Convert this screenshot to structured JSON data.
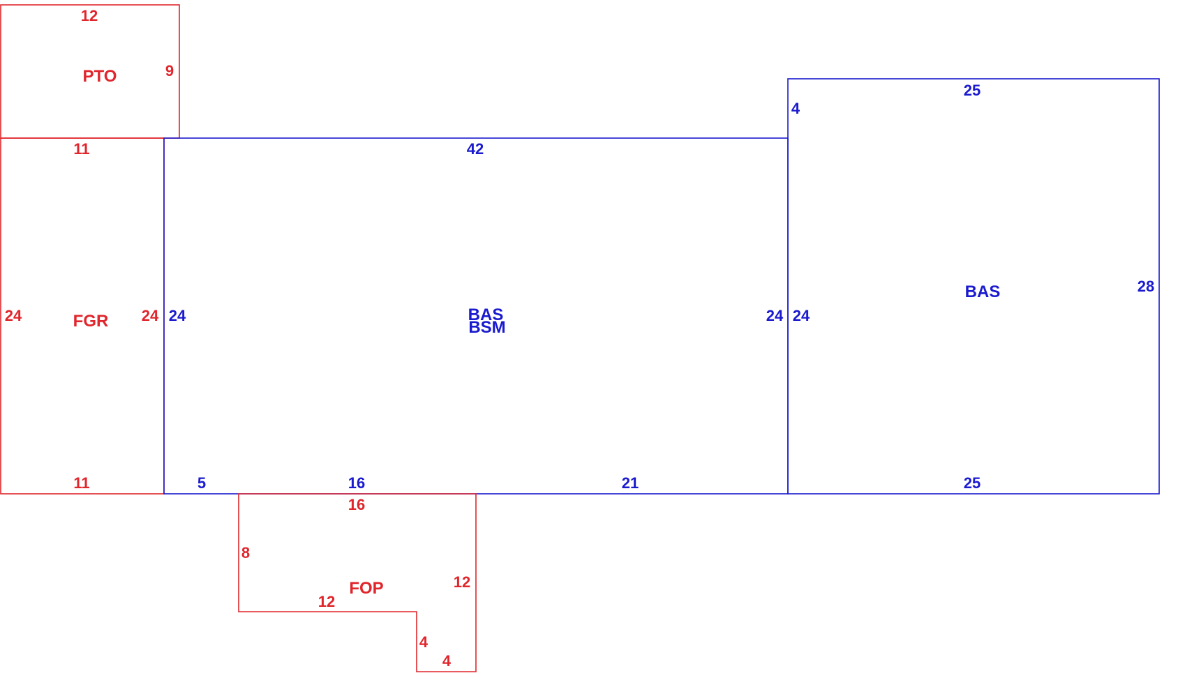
{
  "colors": {
    "garage_porch": "#e0262c",
    "living": "#1a1acf",
    "background": "#ffffff"
  },
  "areas": {
    "pto": {
      "label": "PTO",
      "dims": {
        "top": "12",
        "right": "9"
      }
    },
    "fgr": {
      "label": "FGR",
      "dims": {
        "top": "11",
        "left": "24",
        "right": "24",
        "bottom": "11"
      }
    },
    "bas_bsm": {
      "label_1": "BAS",
      "label_2": "BSM",
      "dims": {
        "top": "42",
        "left": "24",
        "right": "24",
        "bottom_a": "5",
        "bottom_b": "16",
        "bottom_c": "21"
      }
    },
    "bas_east": {
      "label": "BAS",
      "dims": {
        "step": "4",
        "top": "25",
        "left": "24",
        "right": "28",
        "bottom": "25"
      }
    },
    "fop": {
      "label": "FOP",
      "dims": {
        "top": "16",
        "left": "8",
        "right": "12",
        "inner_bottom": "12",
        "inner_side": "4",
        "bottom": "4"
      }
    }
  }
}
